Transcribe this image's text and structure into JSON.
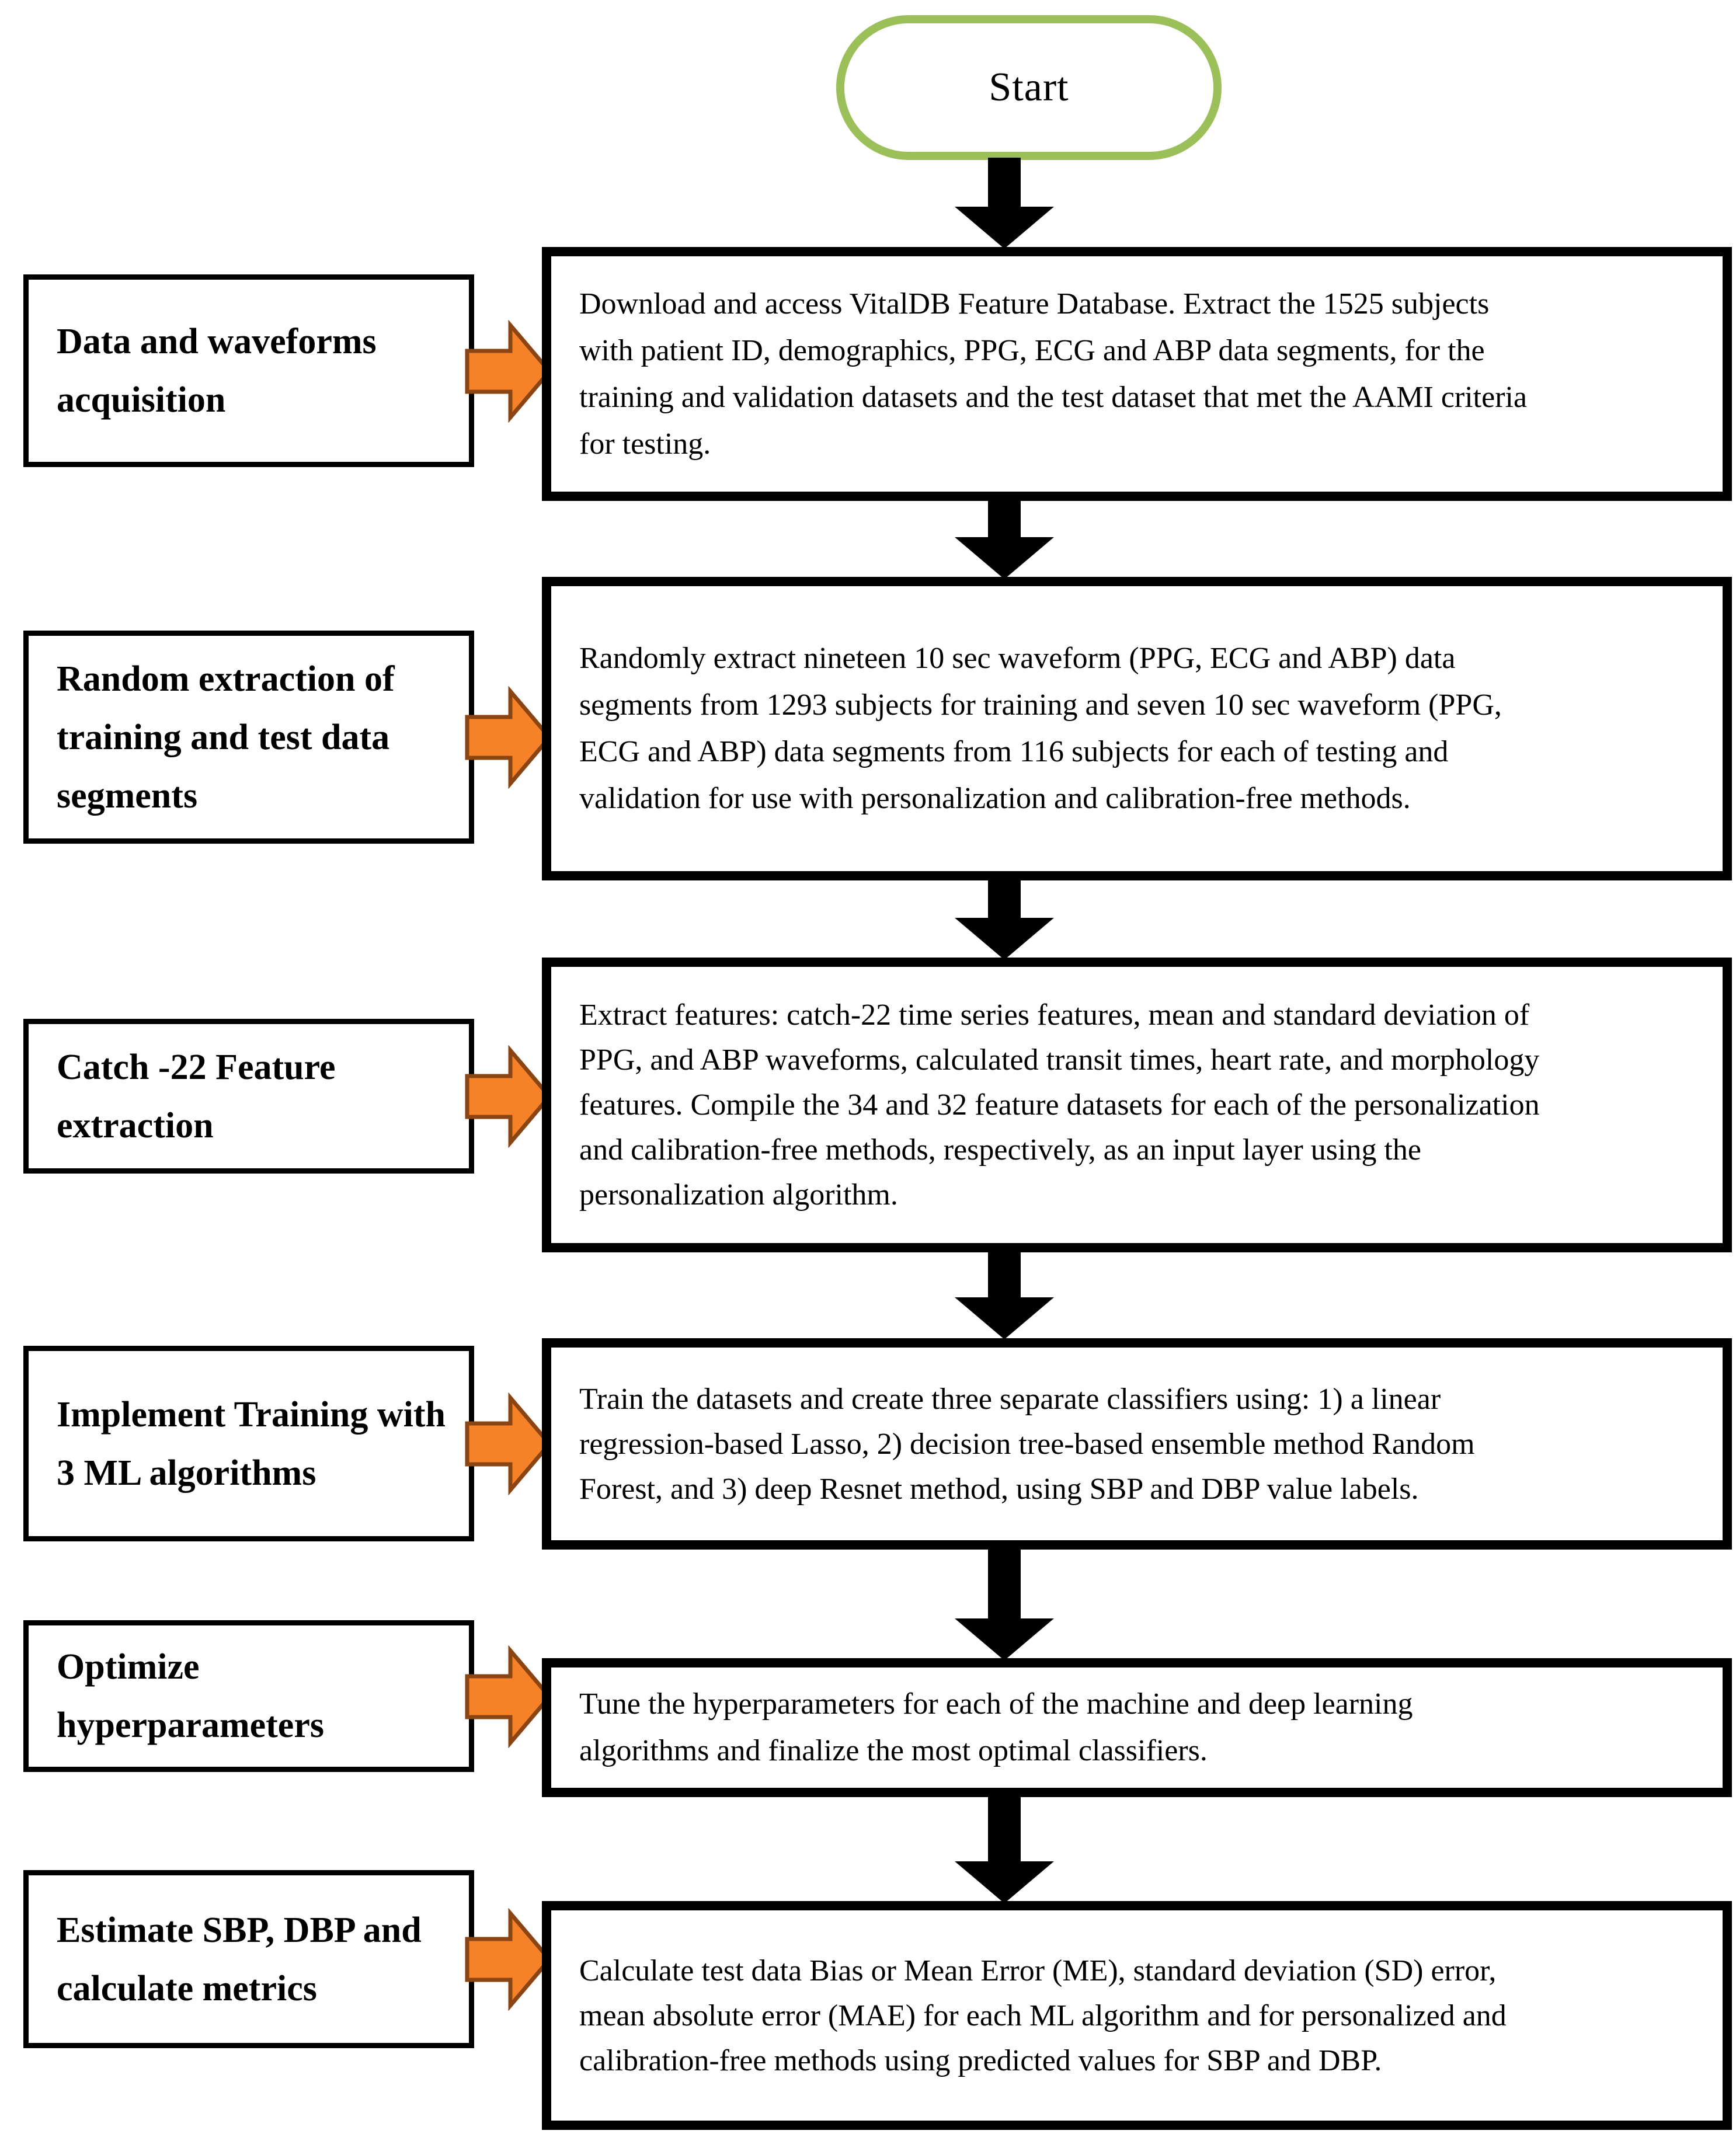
{
  "flowchart": {
    "start_label": "Start",
    "steps": [
      {
        "label": "Data and waveforms acquisition",
        "description": "Download and access VitalDB Feature Database. Extract the 1525 subjects with patient ID, demographics, PPG, ECG and ABP data segments, for the training and validation datasets and the test dataset that met the AAMI criteria for testing."
      },
      {
        "label": "Random extraction of training and test data segments",
        "description": "Randomly extract nineteen 10 sec waveform (PPG, ECG and ABP) data segments from 1293 subjects for training and seven 10 sec waveform (PPG, ECG and ABP) data segments from 116 subjects for each of testing and validation for use with personalization and calibration-free methods."
      },
      {
        "label": "Catch -22 Feature extraction",
        "description": "Extract features: catch-22 time series features, mean and standard deviation of PPG, and ABP waveforms, calculated transit times, heart rate, and morphology features. Compile the 34 and 32 feature datasets for each of the personalization and calibration-free methods, respectively, as an input layer using the personalization algorithm."
      },
      {
        "label": "Implement Training with 3 ML algorithms",
        "description": "Train the datasets and create three separate classifiers using: 1) a linear regression-based Lasso, 2) decision tree-based ensemble method Random Forest, and 3) deep Resnet method, using SBP and DBP value labels."
      },
      {
        "label": "Optimize hyperparameters",
        "description": "Tune the hyperparameters for each of the machine and deep learning algorithms and finalize the most optimal classifiers."
      },
      {
        "label": "Estimate SBP, DBP and calculate metrics",
        "description": "Calculate test data Bias or Mean Error (ME), standard deviation (SD) error, mean absolute error (MAE) for each ML algorithm and for personalized and calibration-free methods using predicted values for SBP and DBP."
      }
    ],
    "colors": {
      "start_border_green": "#9BC05A",
      "block_arrow_fill_orange": "#F58229",
      "block_arrow_stroke_brown": "#8B4513",
      "flow_arrow_black": "#000000",
      "box_border_black": "#000000",
      "background": "#FFFFFF"
    },
    "icons": {
      "down_arrow": "down-arrow-icon",
      "right_block_arrow": "right-block-arrow-icon"
    }
  }
}
